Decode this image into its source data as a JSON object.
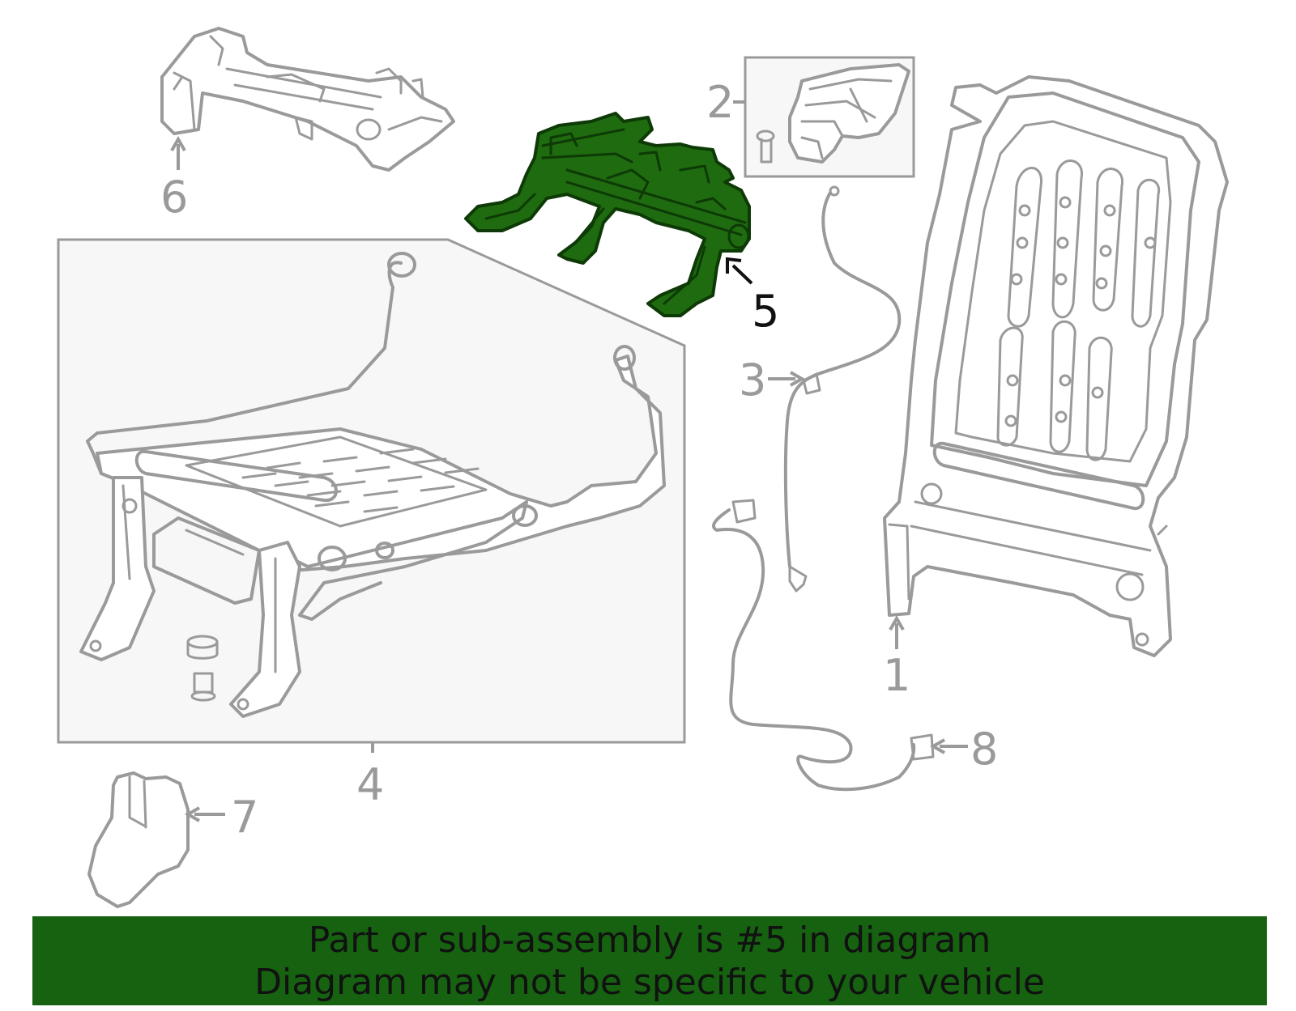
{
  "diagram": {
    "highlight_color": "#1f6b0f",
    "outline_color": "#9a9a9a",
    "callouts": [
      {
        "id": "1",
        "label": "1"
      },
      {
        "id": "2",
        "label": "2"
      },
      {
        "id": "3",
        "label": "3"
      },
      {
        "id": "4",
        "label": "4"
      },
      {
        "id": "5",
        "label": "5",
        "highlighted": true
      },
      {
        "id": "6",
        "label": "6"
      },
      {
        "id": "7",
        "label": "7"
      },
      {
        "id": "8",
        "label": "8"
      }
    ]
  },
  "banner": {
    "line1": "Part or sub-assembly is #5 in diagram",
    "line2": "Diagram may not be specific to your vehicle",
    "color": "#166210"
  }
}
